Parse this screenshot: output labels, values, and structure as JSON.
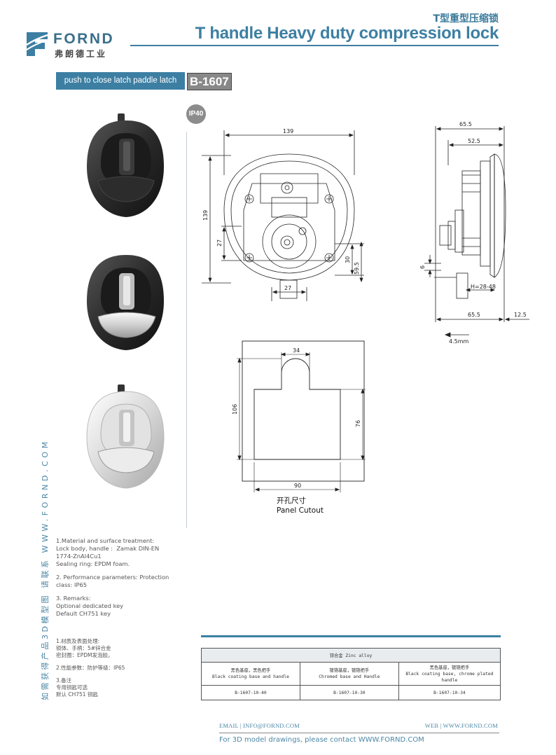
{
  "brand": {
    "name_en": "FORND",
    "name_cn": "弗朗德工业",
    "color": "#3d7fa3"
  },
  "header": {
    "title_cn": "T型重型压缩锁",
    "title_en": "T handle Heavy duty compression lock"
  },
  "product": {
    "subtitle": "push to close latch paddle latch",
    "model": "B-1607",
    "ip_rating": "IP40"
  },
  "side_text": {
    "chinese": "如需获得产品3D模型图 请联系",
    "website": "WWW.FORND.COM"
  },
  "drawings": {
    "front": {
      "width": "139",
      "height": "139",
      "dim_27_vertical": "27",
      "dim_30": "30",
      "dim_59_5": "59.5",
      "dim_27_bottom": "27"
    },
    "side": {
      "dim_65_5_top": "65.5",
      "dim_52_5": "52.5",
      "dim_6": "6",
      "h_range": "H=28-48",
      "dim_65_5_bottom": "65.5",
      "dim_12_5": "12.5",
      "dim_4_5mm": "4.5mm"
    },
    "cutout": {
      "dim_34": "34",
      "dim_106": "106",
      "dim_76": "76",
      "dim_90": "90",
      "label_cn": "开孔尺寸",
      "label_en": "Panel Cutout"
    }
  },
  "specs_en": [
    "1.Material and surface treatment:",
    "Lock body, handle :  Zamak DIN-EN",
    "1774-ZnAl4Cu1",
    "Sealing ring: EPDM foam.",
    "",
    "2. Performance parameters: Protection",
    "class: IP65",
    "",
    "3. Remarks:",
    "Optional dedicated key",
    "Default CH751 key"
  ],
  "specs_cn": [
    "1.材质及表面处理:",
    "锁体、手柄：5#锌合金",
    "密封圈：EPDM发泡胶。",
    "",
    "2.性能参数：防护等级：IP65",
    "",
    "3.备注",
    "专用钥匙可选",
    "默认 CH751 钥匙"
  ],
  "table": {
    "header": "锌合金 Zinc alloy",
    "columns": [
      {
        "cn": "黑色基座，黑色把手",
        "en": "Black coating base and handle",
        "code": "B-1607-10-40"
      },
      {
        "cn": "镀铬基座，镀铬把手",
        "en": "Chromed base and Handle",
        "code": "B-1607-10-30"
      },
      {
        "cn": "黑色基座，镀铬把手",
        "en": "Black coating base, chrome plated handle",
        "code": "B-1607-10-34"
      }
    ]
  },
  "footer": {
    "email": "EMAIL | INFO@FORND.COM",
    "web": "WEB | WWW.FORND.COM",
    "contact": "For 3D model drawings, please contact WWW.FORND.COM"
  }
}
